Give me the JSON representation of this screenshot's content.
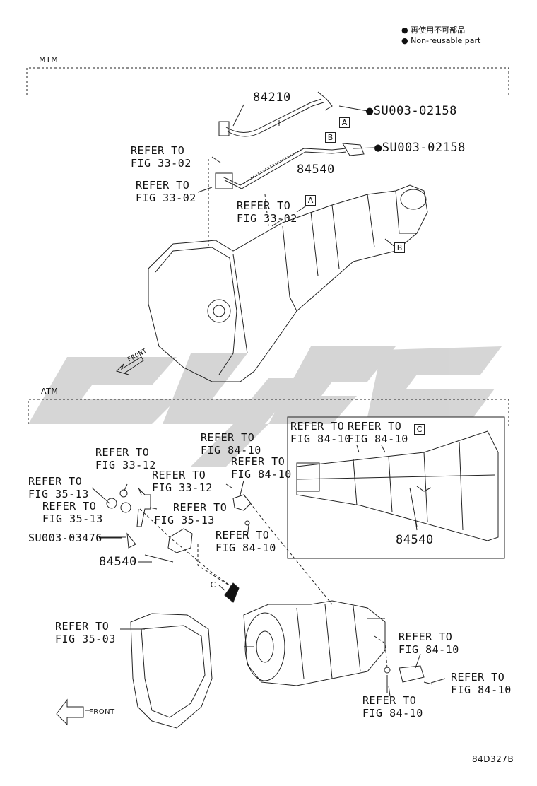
{
  "legend": {
    "jp": "再使用不可部品",
    "en": "Non-reusable part"
  },
  "sections": {
    "mtm": "MTM",
    "atm": "ATM"
  },
  "mtm": {
    "part_84210": "84210",
    "part_84540": "84540",
    "su_a": "●SU003-02158",
    "su_b": "●SU003-02158",
    "ref1_l1": "REFER TO",
    "ref1_l2": "FIG 33-02",
    "ref2_l1": "REFER TO",
    "ref2_l2": "FIG 33-02",
    "ref3_l1": "REFER TO",
    "ref3_l2": "FIG 33-02",
    "box_a": "A",
    "box_b": "B",
    "box_a2": "A",
    "box_b2": "B",
    "front": "FRONT"
  },
  "atm": {
    "r_3312a_1": "REFER TO",
    "r_3312a_2": "FIG 33-12",
    "r_3312b_1": "REFER TO",
    "r_3312b_2": "FIG 33-12",
    "r_3513a_1": "REFER TO",
    "r_3513a_2": "FIG 35-13",
    "r_3513b_1": "REFER TO",
    "r_3513b_2": "FIG 35-13",
    "r_3513c_1": "REFER TO",
    "r_3513c_2": "FIG 35-13",
    "r_8410a_1": "REFER TO",
    "r_8410a_2": "FIG 84-10",
    "r_8410b_1": "REFER TO",
    "r_8410b_2": "FIG 84-10",
    "r_8410c_1": "REFER TO",
    "r_8410c_2": "FIG 84-10",
    "su": "SU003-03476",
    "part_84540": "84540",
    "box_c": "C",
    "r_3503_1": "REFER TO",
    "r_3503_2": "FIG 35-03",
    "r_8410d_1": "REFER TO",
    "r_8410d_2": "FIG 84-10",
    "r_8410e_1": "REFER TO",
    "r_8410e_2": "FIG 84-10",
    "r_8410f_1": "REFER TO",
    "r_8410f_2": "FIG 84-10",
    "front": "FRONT"
  },
  "inset": {
    "r1_1": "REFER TO",
    "r1_2": "FIG 84-10",
    "r2_1": "REFER TO",
    "r2_2": "FIG 84-10",
    "box_c": "C",
    "part_84540": "84540"
  },
  "code": "84D327B"
}
